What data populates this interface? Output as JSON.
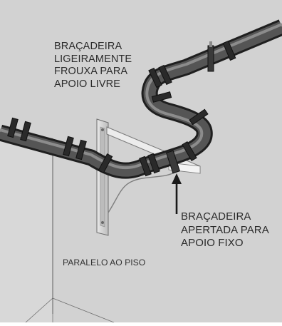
{
  "labels": {
    "loose_clamp": [
      "BRAÇADEIRA",
      "LIGEIRAMENTE",
      "FROUXA PARA",
      "APOIO LIVRE"
    ],
    "tight_clamp": [
      "BRAÇADEIRA",
      "APERTADA PARA",
      "APOIO FIXO"
    ],
    "floor_parallel": "PARALELO AO PISO"
  },
  "colors": {
    "background": "#ffffff",
    "wall_left": "#dcdcdc",
    "wall_right": "#d3d3d3",
    "pipe_dark": "#2f2f2f",
    "pipe_light": "#6a6a6a",
    "bracket": "#c9c9c9",
    "text": "#2b2b2b"
  }
}
